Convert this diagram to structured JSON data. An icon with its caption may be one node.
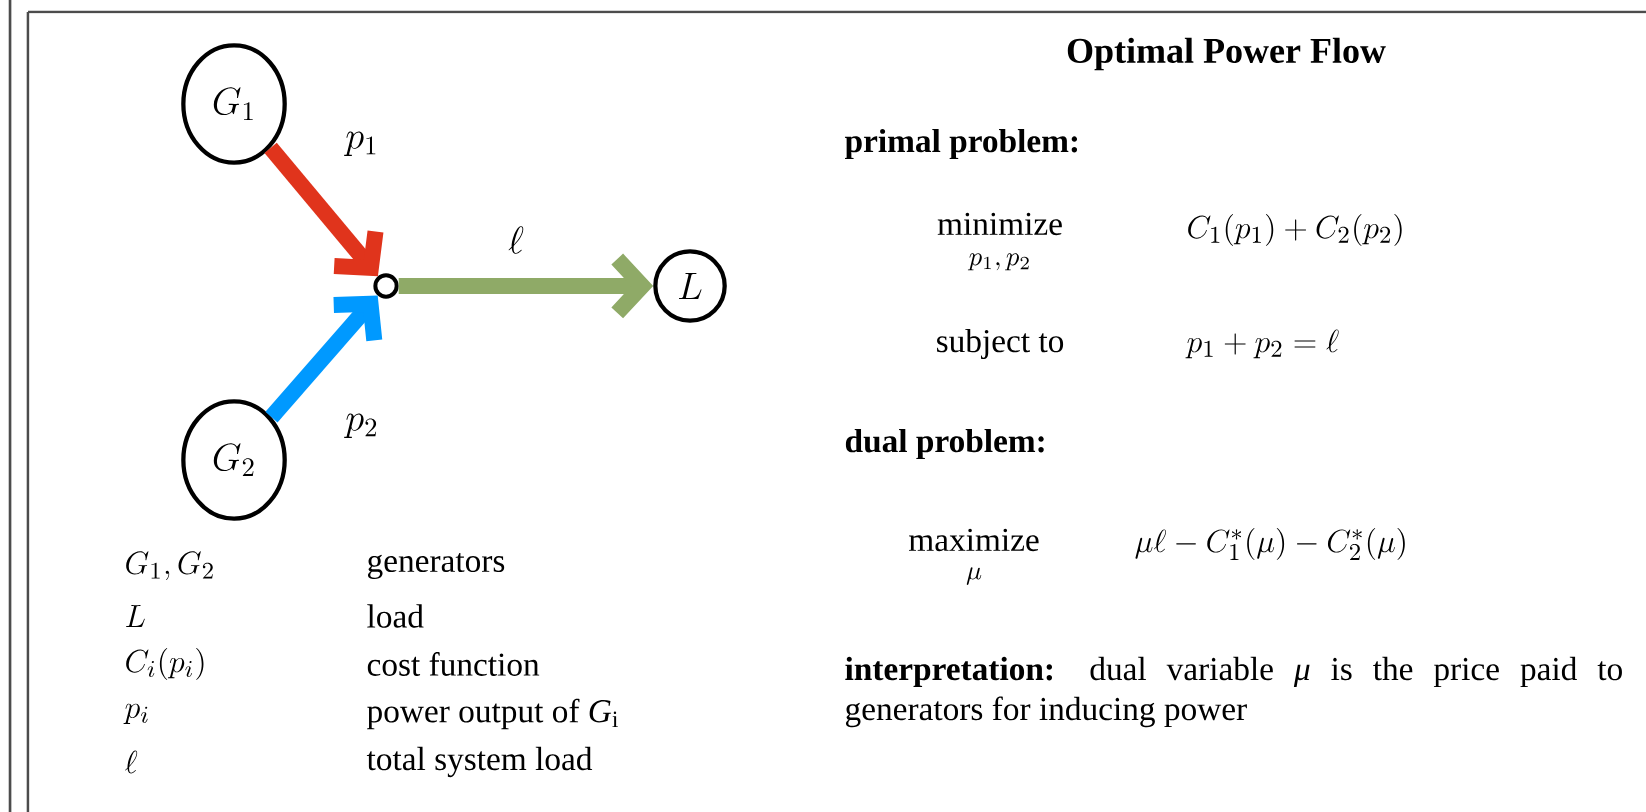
{
  "diagram": {
    "title": "Optimal Power Flow",
    "nodes": [
      {
        "text": [
          "G_1"
        ]
      },
      {
        "text": [
          "G_2"
        ]
      },
      {
        "text": [],
        "shape": "circle"
      },
      {
        "text": [
          "L"
        ]
      }
    ],
    "edges": [
      {
        "from": 0,
        "to": 2,
        "arrow": "to",
        "label": "p_1",
        "color": "#e0341c"
      },
      {
        "from": 1,
        "to": 2,
        "arrow": "to",
        "label": "p_2",
        "color": "#0099ff"
      },
      {
        "from": 2,
        "to": 3,
        "arrow": "to",
        "label": "\\ell",
        "color": "#8faa67"
      }
    ],
    "labels": [
      "G_1, G_2",
      "generators",
      "L",
      "load",
      "C_i(p_i)",
      "cost function",
      "p_i",
      "power output of *G*$_{i}$",
      "\\ell",
      "total system load",
      "primal problem:",
      "minimize",
      "p_1, p_2",
      "C_1(p_1) + C_2(p_2)",
      "subject to",
      "p_1 + p_2 = \\ell",
      "dual problem:",
      "maximize",
      "\\mu",
      "\\mu\\ell - C_1^*(\\mu) - C_2^*(\\mu)",
      "**interpretation:** dual variable *μ* is the price paid to generators for inducing power"
    ]
  }
}
